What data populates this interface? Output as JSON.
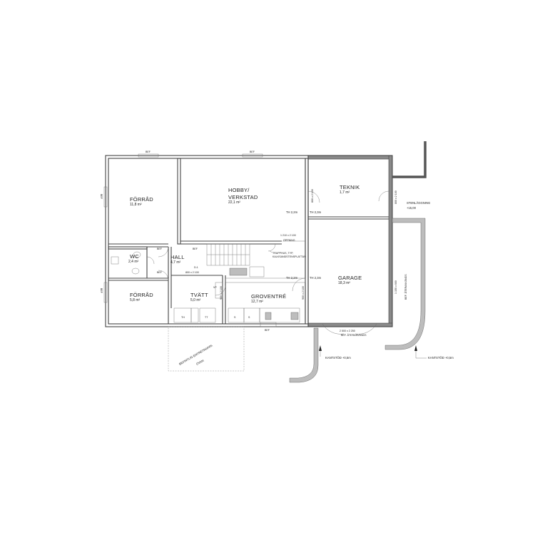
{
  "rooms": {
    "forrad1": {
      "name": "FÖRRÅD",
      "area": "11,8 m²"
    },
    "hobby": {
      "name1": "HOBBY/",
      "name2": "VERKSTAD",
      "area": "22,1 m²"
    },
    "teknik": {
      "name": "TEKNIK",
      "area": "1,7 m²"
    },
    "wc": {
      "name": "WC",
      "area": "2,4 m²"
    },
    "hall": {
      "name": "HALL",
      "area": "4,7 m²"
    },
    "forrad2": {
      "name": "FÖRRÅD",
      "area": "5,8 m²"
    },
    "tvatt": {
      "name": "TVÄTT",
      "area": "5,0 m²"
    },
    "groventre": {
      "name": "GROVENTRÉ",
      "area": "12,7 m²"
    },
    "garage": {
      "name": "GARAGE",
      "area": "18,3 m²"
    }
  },
  "labels": {
    "bef": "BEF",
    "th22": "TH 2,2m",
    "th23": "TH 2,3m",
    "th22b": "TH 2,2m",
    "th23b": "TH 2,3m",
    "oppning_dim": "1 210 x 2 100",
    "oppning": "ÖPPNING",
    "trappa_note1": "TRAPPHUS, TYP,",
    "trappa_note2": "KALKSANDSTENSPLATTAN",
    "door_800": "800 x 2 100",
    "door_900_v": "900 x 2 100",
    "door_garage": "2 500 x 2 250",
    "bef_atervands": "BEF. ÅTERANVÄNDS",
    "bef_atervands_v": "BEF. ÅTERANVÄNDS",
    "door_right_v": "1 150 x 600",
    "door_teknik_v": "800 x 2 100",
    "door_teknik2_v": "800 x 2 100",
    "stenlaggning": "STENLÄGGNING",
    "level": "+15,00",
    "kantstod1": "KANTSTÖD +0,5m",
    "kantstod2": "KANTSTÖD +0,5m",
    "entretrappa1": "BEFINTLIG ENTRÉTRAPPA",
    "entretrappa2": "OVAN",
    "th": "TH",
    "tt": "TT",
    "vp": "VP",
    "d": "D-1",
    "s1": "S",
    "s2": "S"
  }
}
